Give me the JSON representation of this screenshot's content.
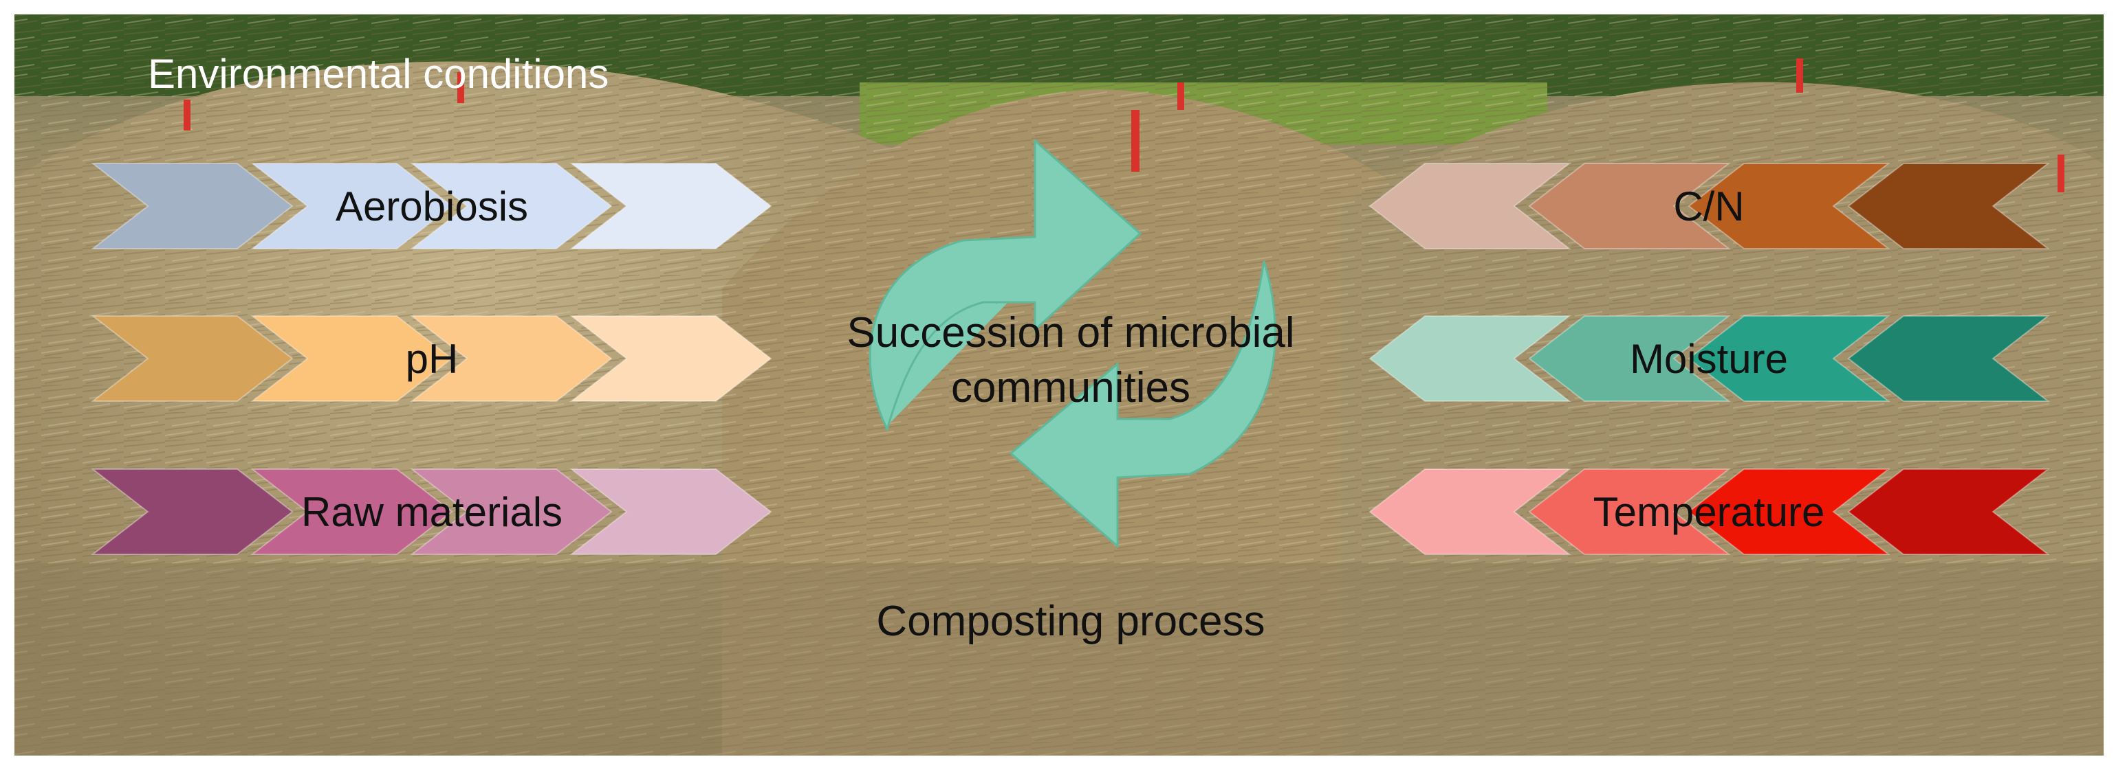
{
  "title": "Environmental conditions",
  "center": {
    "line1": "Succession of microbial",
    "line2": "communities",
    "process": "Composting process",
    "cycle_color": "#7ecfb5"
  },
  "left_rows": [
    {
      "label": "Aerobiosis",
      "colors": [
        "#a4b2c6",
        "#cbdaf1",
        "#d3e0f5",
        "#e2e9f7"
      ]
    },
    {
      "label": "pH",
      "colors": [
        "#d5a35a",
        "#fcc37a",
        "#fdc98a",
        "#fedcb8"
      ]
    },
    {
      "label": "Raw materials",
      "colors": [
        "#91466f",
        "#c0648f",
        "#cc87a8",
        "#ddb3c7"
      ]
    }
  ],
  "right_rows": [
    {
      "label": "C/N",
      "colors": [
        "#d6b3a2",
        "#c58666",
        "#b85e1f",
        "#8b4413"
      ]
    },
    {
      "label": "Moisture",
      "colors": [
        "#a9d5c5",
        "#64b59c",
        "#26a187",
        "#1f846e"
      ]
    },
    {
      "label": "Temperature",
      "colors": [
        "#f9a6a6",
        "#f3665d",
        "#ee1505",
        "#c10e08"
      ]
    }
  ],
  "photo": {
    "sky": "#3e5a2a",
    "grass": "#7c9a3f",
    "straw": "#9c8a62",
    "straw_light": "#c4b48c",
    "straw_dark": "#6f5e3d",
    "stake": "#d8322a"
  }
}
